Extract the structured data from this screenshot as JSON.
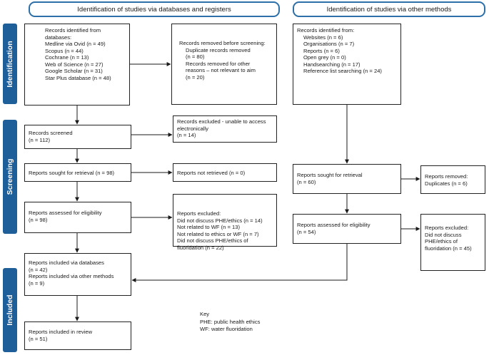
{
  "headers": {
    "left": "Identification of studies via databases and registers",
    "right": "Identification of studies via other methods"
  },
  "bands": {
    "identification": "Identification",
    "screening": "Screening",
    "included": "Included"
  },
  "boxes": {
    "records_identified": {
      "title": "Records identified from",
      "subtitle": "databases:",
      "items": [
        "Medline via Ovid (n = 49)",
        "Scopus (n = 44)",
        "Cochrane (n = 13)",
        "Web of Science (n = 27)",
        "Google Scholar (n = 31)",
        "Star Plus database (n = 48)"
      ]
    },
    "records_removed": {
      "title": "Records removed before screening:",
      "line1": "Duplicate records removed",
      "line2": "(n = 80)",
      "line3": "Records removed for other",
      "line4": "reasons – not relevant to aim",
      "line5": "(n = 20)"
    },
    "records_other": {
      "title": "Records identified from:",
      "items": [
        "Websites (n = 6)",
        "Organisations (n = 7)",
        "Reports (n = 6)",
        "Open grey (n = 0)",
        "Handsearching (n = 17)",
        "Reference list searching (n = 24)"
      ]
    },
    "records_screened": {
      "line1": "Records screened",
      "line2": "(n = 112)"
    },
    "records_excluded": {
      "line1": "Records excluded - unable to access",
      "line2": "electronically",
      "line3": "(n = 14)"
    },
    "sought_left": {
      "line1": "Reports sought for retrieval (n = 98)"
    },
    "not_retrieved": {
      "line1": "Reports not retrieved (n = 0)"
    },
    "assessed_left": {
      "line1": "Reports assessed for eligibility",
      "line2": "(n = 98)"
    },
    "excluded_left": {
      "title": "Reports excluded:",
      "items": [
        "Did not discuss PHE/ethics (n = 14)",
        "Not related to WF (n = 13)",
        "Not related to ethics or WF (n = 7)",
        "Did not discuss PHE/ethics of",
        "fluoridation (n = 22)"
      ]
    },
    "sought_right": {
      "line1": "Reports sought for retrieval",
      "line2": "(n = 60)"
    },
    "removed_right": {
      "line1": "Reports removed:",
      "line2": "Duplicates (n = 6)"
    },
    "assessed_right": {
      "line1": "Reports assessed for eligibility",
      "line2": "(n = 54)"
    },
    "excluded_right": {
      "line1": "Reports excluded:",
      "line2": "Did not discuss",
      "line3": "PHE/ethics of",
      "line4": "fluoridation (n = 45)"
    },
    "included_via": {
      "line1": "Reports included via databases",
      "line2": "(n = 42)",
      "line3": "Reports included via other methods",
      "line4": "(n = 9)"
    },
    "included_review": {
      "line1": "Reports included in review",
      "line2": "(n = 51)"
    }
  },
  "key": {
    "title": "Key",
    "items": [
      "PHE: public health ethics",
      "WF: water fluoridation"
    ]
  }
}
